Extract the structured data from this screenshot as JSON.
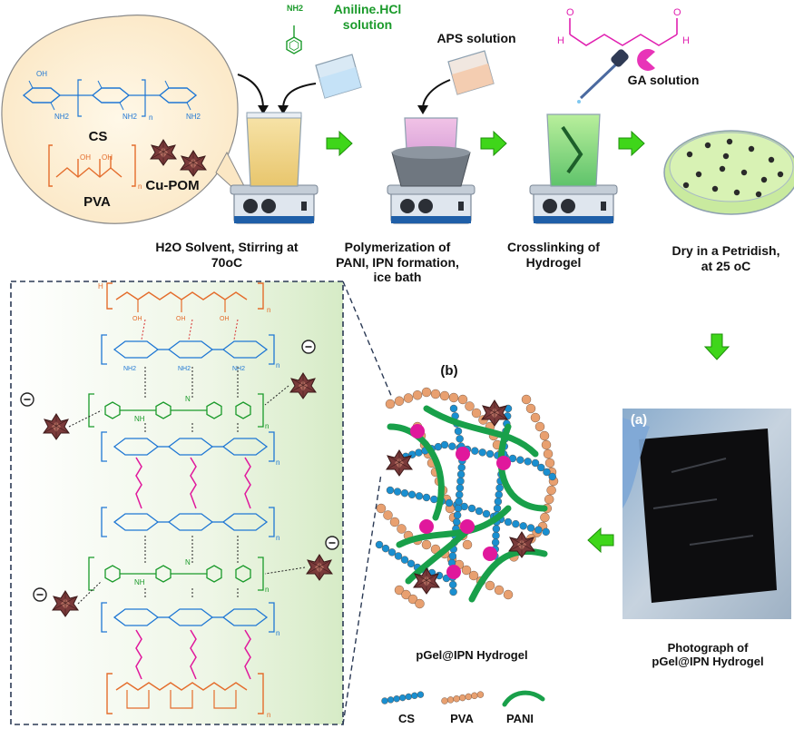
{
  "inputs": {
    "aniline": "Aniline.HCl solution",
    "aniline_group": "NH2",
    "aps": "APS solution",
    "ga": "GA solution"
  },
  "bubble": {
    "cs": "CS",
    "pva": "PVA",
    "cupom": "Cu-POM"
  },
  "steps": [
    {
      "line1": "H2O Solvent, Stirring  at",
      "line2": "70oC"
    },
    {
      "line1": "Polymerization of",
      "line2": "PANI, IPN formation,",
      "line3": "ice bath"
    },
    {
      "line1": "Crosslinking of",
      "line2": "Hydrogel"
    },
    {
      "line1": "Dry in a Petridish,",
      "line2": "at 25 oC"
    }
  ],
  "panels": {
    "a_label": "(a)",
    "b_label": "(b)",
    "photo_caption_1": "Photograph of",
    "photo_caption_2": "pGel@IPN Hydrogel",
    "network_caption": "pGel@IPN Hydrogel"
  },
  "legend": [
    {
      "label": "CS",
      "color": "#1a8fd0"
    },
    {
      "label": "PVA",
      "color": "#e8a070"
    },
    {
      "label": "PANI",
      "color": "#19a04a"
    }
  ],
  "chem_labels": {
    "n": "n",
    "H": "H",
    "OH": "OH",
    "NH2": "NH2",
    "NH": "NH",
    "N": "N",
    "O": "O",
    "minus": "−"
  },
  "colors": {
    "cs": "#1f77d4",
    "pva": "#e46d2c",
    "pani": "#1a9a2a",
    "ga": "#e020b0",
    "arrow": "#3fd61a",
    "pom": "#6b2f2f",
    "crosslink": "#e0189c"
  }
}
